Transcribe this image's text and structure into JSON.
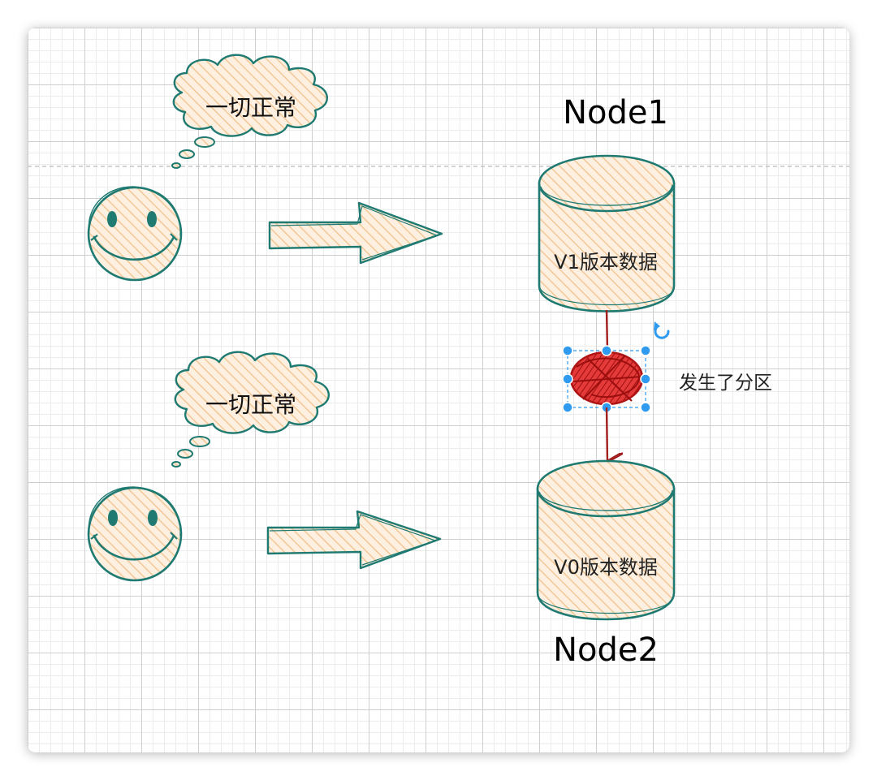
{
  "colors": {
    "stroke": "#1f7a72",
    "fill": "#fbe3c8",
    "hatch": "#f5c99a",
    "partition_red": "#c81e1e",
    "connector_red": "#a21f1f",
    "selection_blue": "#2f9bf0",
    "page_break": "#b9b9b9"
  },
  "diagram": {
    "top_bubble_text": "一切正常",
    "bottom_bubble_text": "一切正常",
    "node1": {
      "title": "Node1",
      "cylinder_label": "V1版本数据"
    },
    "node2": {
      "title": "Node2",
      "cylinder_label": "V0版本数据"
    },
    "partition_label": "发生了分区"
  },
  "icons": {
    "smiley": "smiley-face-icon",
    "arrow": "right-arrow",
    "rotate": "rotate-icon"
  }
}
